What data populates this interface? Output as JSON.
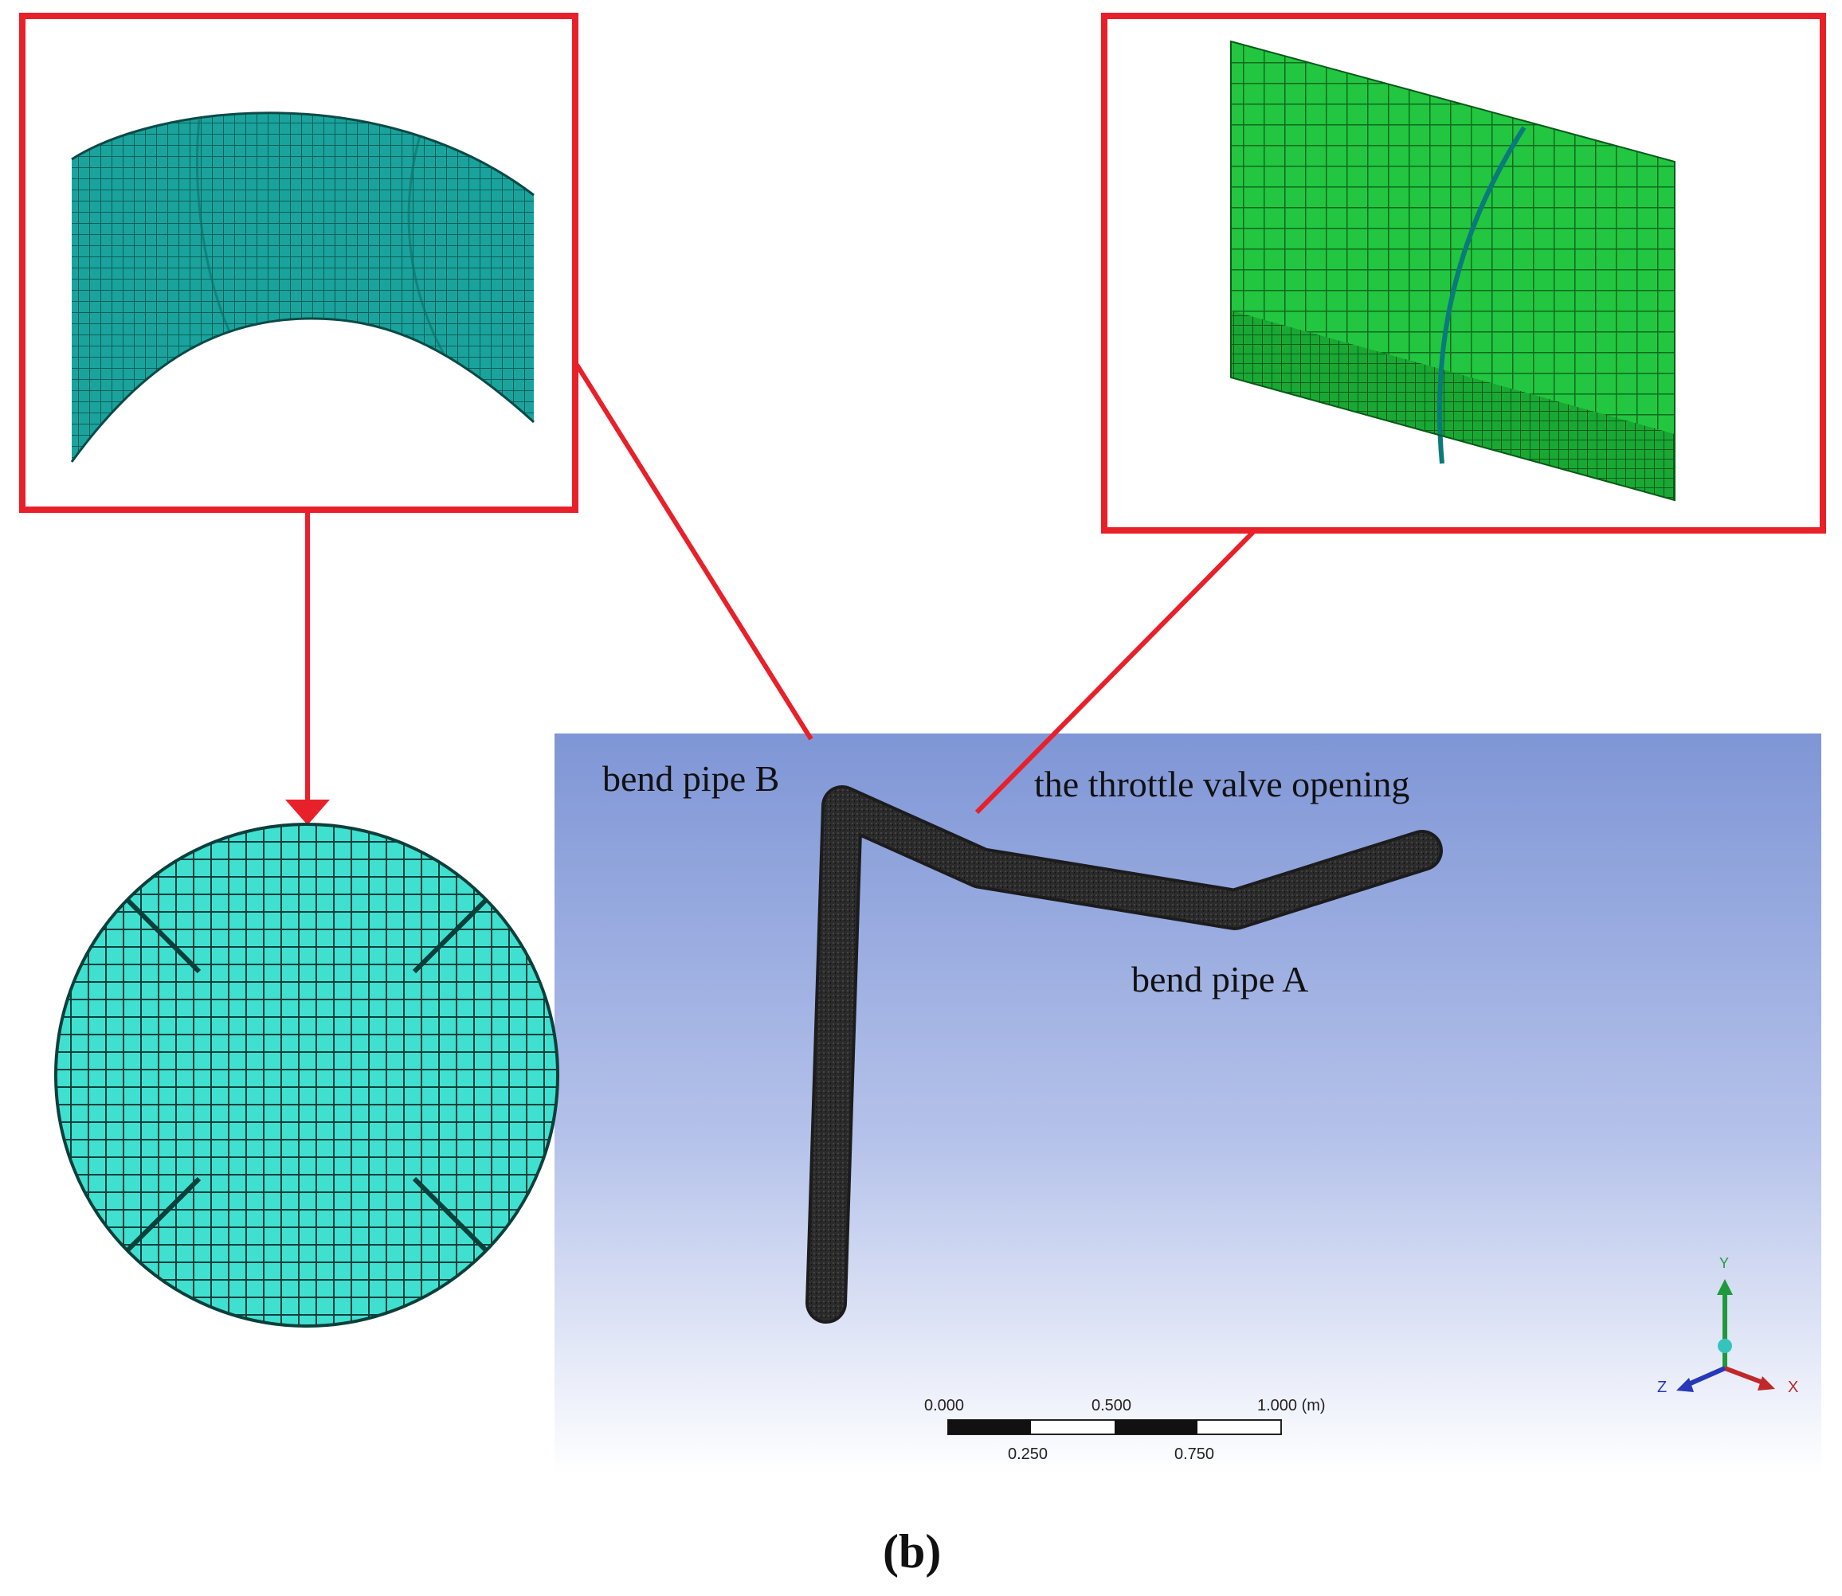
{
  "labels": {
    "bend_pipe_b": "bend pipe B",
    "throttle_valve": "the throttle valve opening",
    "bend_pipe_a": "bend pipe A"
  },
  "scale_bar": {
    "top": [
      "0.000",
      "0.500",
      "1.000 (m)"
    ],
    "bottom": [
      "0.250",
      "0.750"
    ]
  },
  "axes": {
    "x": "X",
    "y": "Y",
    "z": "Z"
  },
  "caption": "(b)",
  "colors": {
    "frame_red": "#e8202a",
    "bend_mesh": "#1a9e98",
    "bend_mesh_light": "#34c4bc",
    "valve_mesh": "#1fc43c",
    "valve_mesh_dark": "#0f8a24",
    "section_mesh": "#3fe0d0",
    "viewport_top": "#7f96d6",
    "viewport_bottom": "#ffffff",
    "pipe": "#2a2a2a",
    "axis_x": "#c0282a",
    "axis_y": "#1e9a3c",
    "axis_z": "#2838b8"
  }
}
